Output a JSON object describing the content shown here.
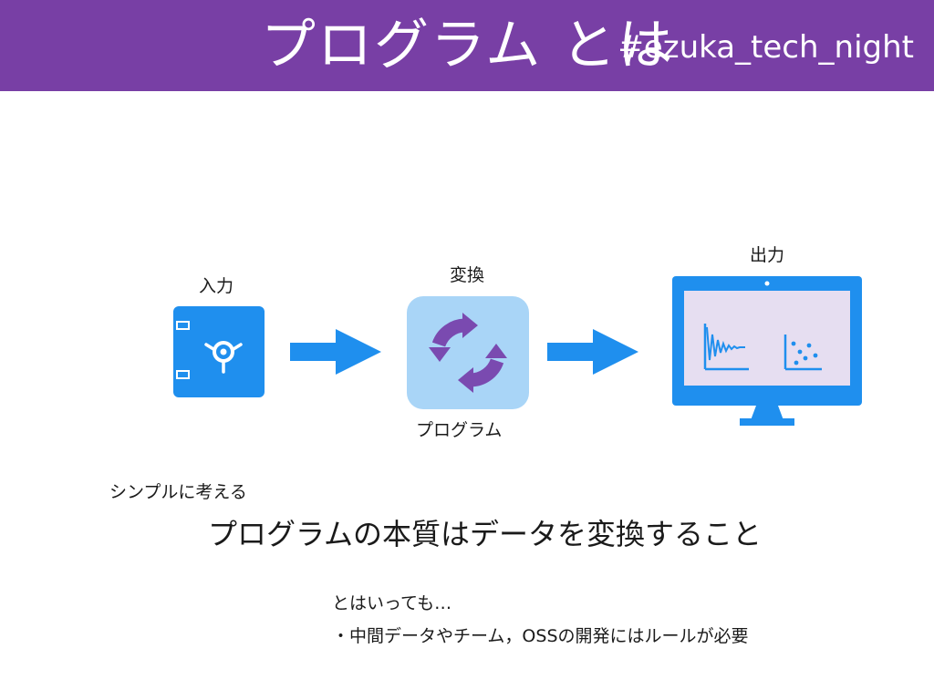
{
  "header": {
    "title": "プログラム とは",
    "hashtag": "#ezuka_tech_night"
  },
  "diagram": {
    "input_label": "入力",
    "transform_label": "変換",
    "program_label": "プログラム",
    "output_label": "出力"
  },
  "body": {
    "hint": "シンプルに考える",
    "main_message": "プログラムの本質はデータを変換すること",
    "note_line1": "とはいっても…",
    "note_line2": "・中間データやチーム，OSSの開発にはルールが必要"
  },
  "colors": {
    "header_bg": "#783fa5",
    "accent_blue": "#1f8fee",
    "program_tile": "#a9d5f7",
    "cycle_purple": "#7a4ab0",
    "screen_lavender": "#e6def1"
  },
  "icons": {
    "input": "vault-icon",
    "arrow": "right-arrow-icon",
    "transform": "refresh-cycle-icon",
    "output": "monitor-chart-icon"
  }
}
